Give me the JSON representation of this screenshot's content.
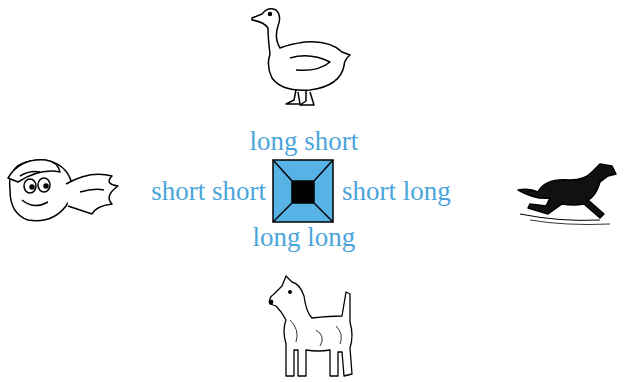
{
  "diagram": {
    "labels": [
      "long short",
      "short short",
      "short long",
      "long long"
    ]
  }
}
